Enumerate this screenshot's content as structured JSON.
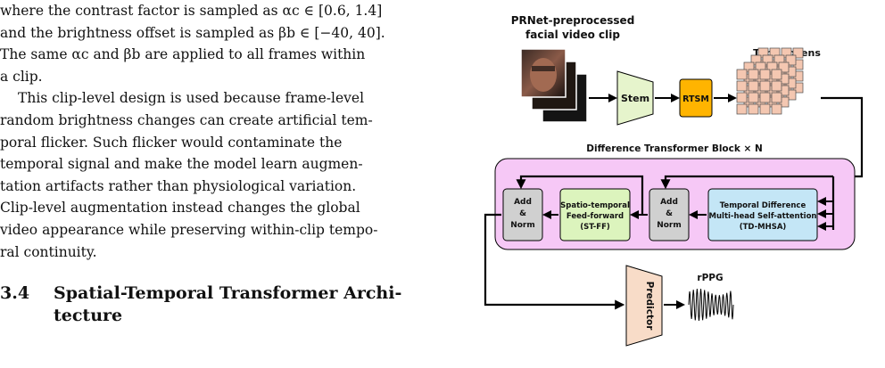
{
  "text": {
    "para1": [
      "where the contrast factor is sampled as αc ∈ [0.6, 1.4]",
      "and the brightness offset is sampled as βb ∈ [−40, 40].",
      "The same αc and βb are applied to all frames within",
      "a clip."
    ],
    "para2": [
      "This clip-level design is used because frame-level",
      "random brightness changes can create artificial tem-",
      "poral flicker.  Such flicker would contaminate the",
      "temporal signal and make the model learn augmen-",
      "tation artifacts rather than physiological variation.",
      "Clip-level augmentation instead changes the global",
      "video appearance while preserving within-clip tempo-",
      "ral continuity."
    ],
    "section_number": "3.4",
    "section_title": "Spatial-Temporal Transformer Archi- tecture"
  },
  "figure": {
    "input_label_1": "PRNet-preprocessed",
    "input_label_2": "facial video clip",
    "stem": "Stem",
    "rtsm": "RTSM",
    "tube_tokens": "Tube Tokens",
    "block_title": "Difference Transformer Block × N",
    "add_norm_left": [
      "Add",
      "&",
      "Norm"
    ],
    "add_norm_right": [
      "Add",
      "&",
      "Norm"
    ],
    "stff": [
      "Spatio-temporal",
      "Feed-forward",
      "(ST-FF)"
    ],
    "tdmhsa": [
      "Temporal Difference",
      "Multi-head Self-attention",
      "(TD-MHSA)"
    ],
    "predictor": "Predictor",
    "rppg": "rPPG",
    "colors": {
      "block_bg": "#f6c8f6",
      "stem_fill": "#e6f4cc",
      "rtsm_fill": "#ffb400",
      "cube_fill": "#f4c7b1",
      "addnorm_fill": "#d0d0d0",
      "stff_fill": "#dcf4bd",
      "tdmhsa_fill": "#c4e6f6",
      "predictor_fill": "#f8dcc8"
    }
  }
}
